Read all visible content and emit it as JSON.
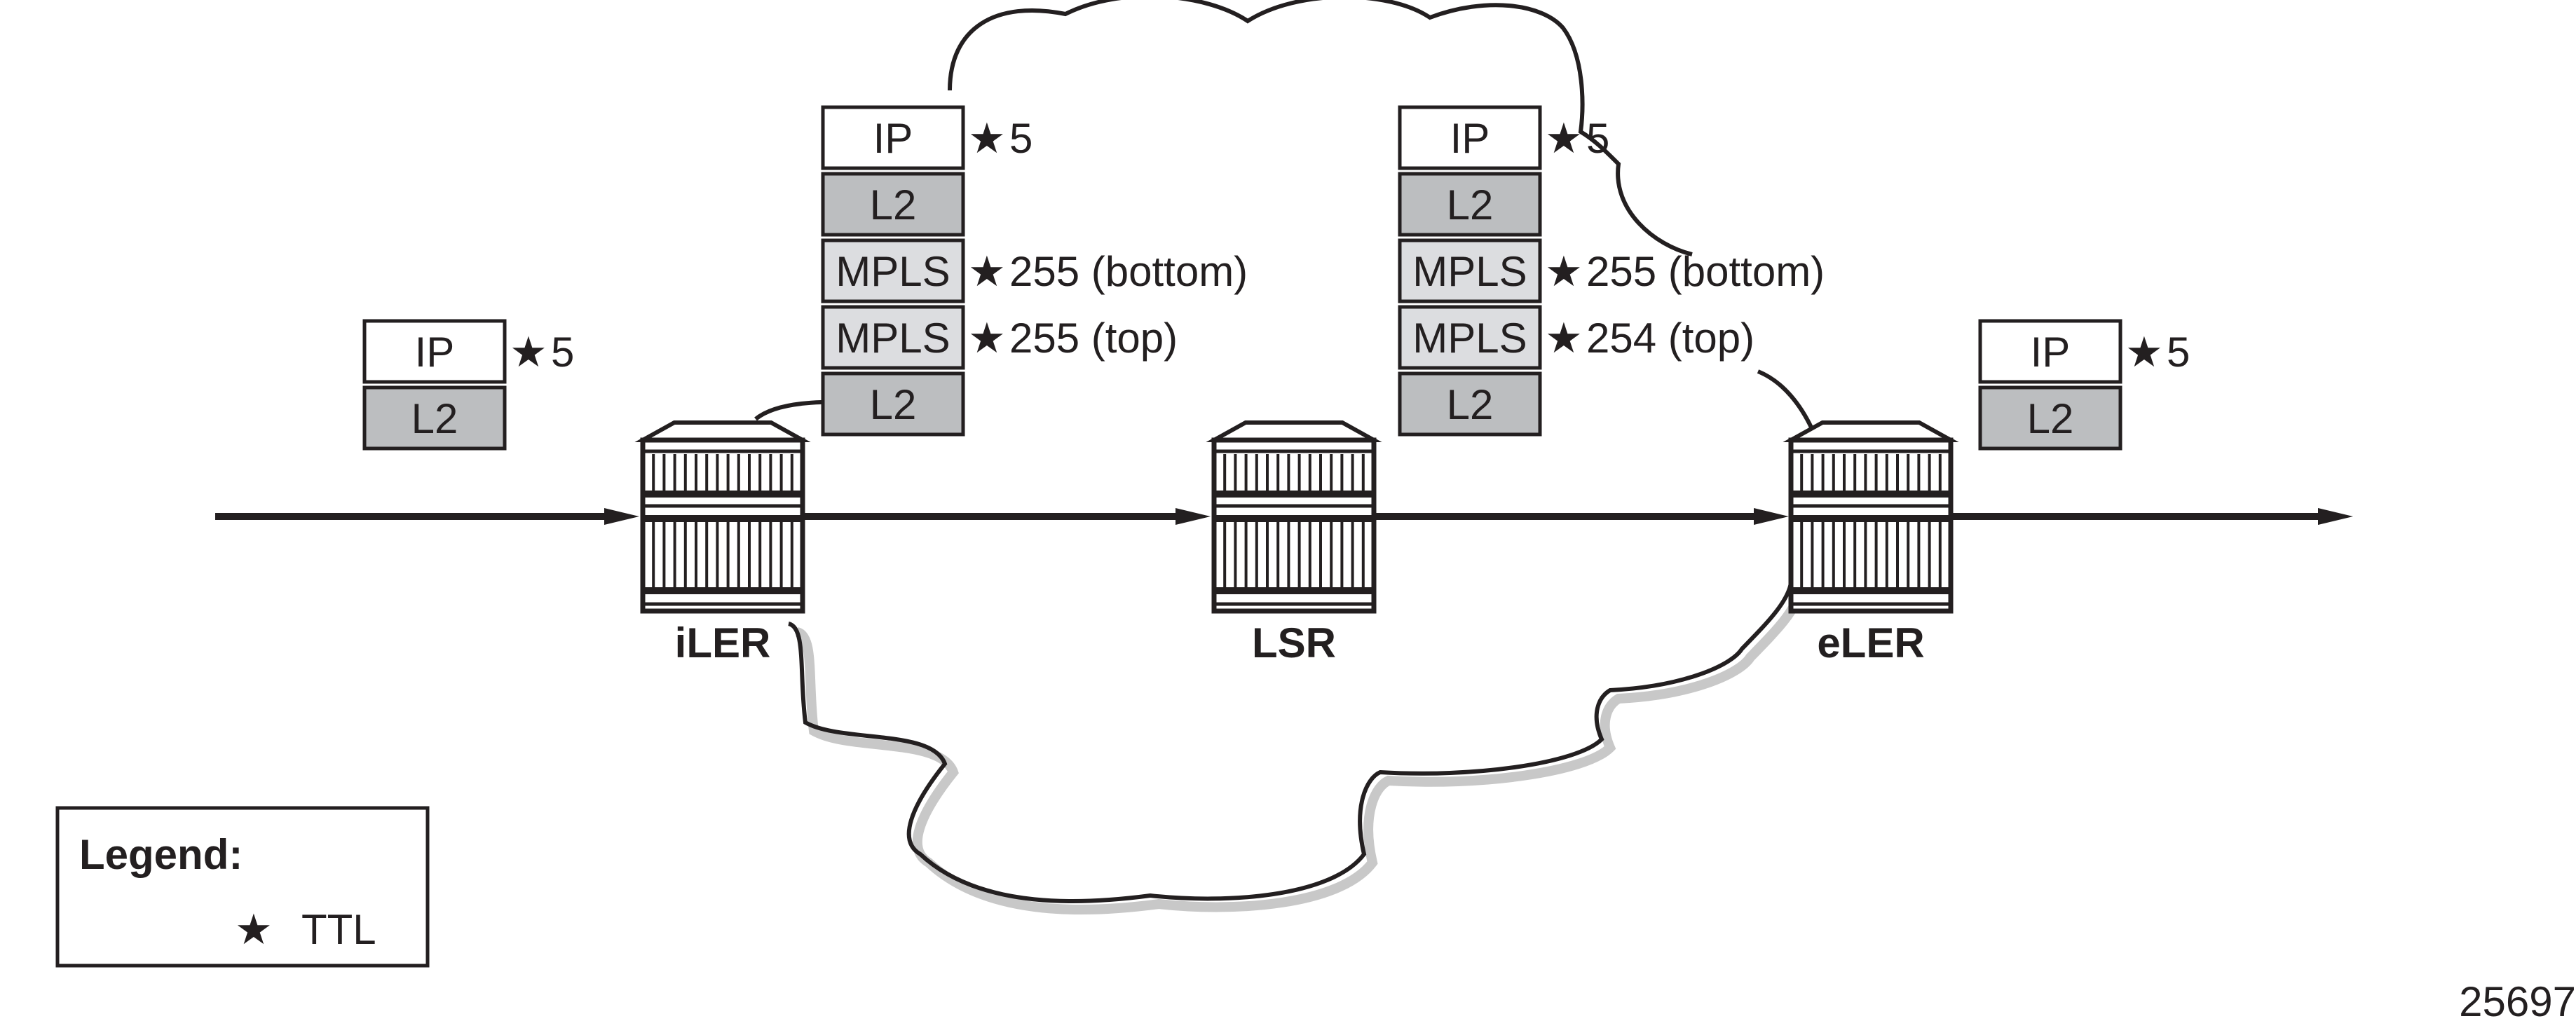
{
  "colors": {
    "ip": "#ffffff",
    "l2": "#bcbec0",
    "mpls": "#dcdde0",
    "line": "#231f20",
    "shadow": "#c8c8c8"
  },
  "stacks": [
    {
      "id": "ingress",
      "layers": [
        {
          "label": "IP",
          "kind": "ip",
          "ttl": "5"
        },
        {
          "label": "L2",
          "kind": "l2",
          "ttl": ""
        }
      ]
    },
    {
      "id": "iler-lsr",
      "layers": [
        {
          "label": "IP",
          "kind": "ip",
          "ttl": "5"
        },
        {
          "label": "L2",
          "kind": "l2",
          "ttl": ""
        },
        {
          "label": "MPLS",
          "kind": "mpls",
          "ttl": "255 (bottom)"
        },
        {
          "label": "MPLS",
          "kind": "mpls",
          "ttl": "255 (top)"
        },
        {
          "label": "L2",
          "kind": "l2",
          "ttl": ""
        }
      ]
    },
    {
      "id": "lsr-eler",
      "layers": [
        {
          "label": "IP",
          "kind": "ip",
          "ttl": "5"
        },
        {
          "label": "L2",
          "kind": "l2",
          "ttl": ""
        },
        {
          "label": "MPLS",
          "kind": "mpls",
          "ttl": "255 (bottom)"
        },
        {
          "label": "MPLS",
          "kind": "mpls",
          "ttl": "254 (top)"
        },
        {
          "label": "L2",
          "kind": "l2",
          "ttl": ""
        }
      ]
    },
    {
      "id": "egress",
      "layers": [
        {
          "label": "IP",
          "kind": "ip",
          "ttl": "5"
        },
        {
          "label": "L2",
          "kind": "l2",
          "ttl": ""
        }
      ]
    }
  ],
  "routers": [
    {
      "label": "iLER"
    },
    {
      "label": "LSR"
    },
    {
      "label": "eLER"
    }
  ],
  "star": "★",
  "legend": {
    "title": "Legend:",
    "items": [
      {
        "symbol": "★",
        "label": "TTL"
      }
    ]
  },
  "figure_id": "25697"
}
